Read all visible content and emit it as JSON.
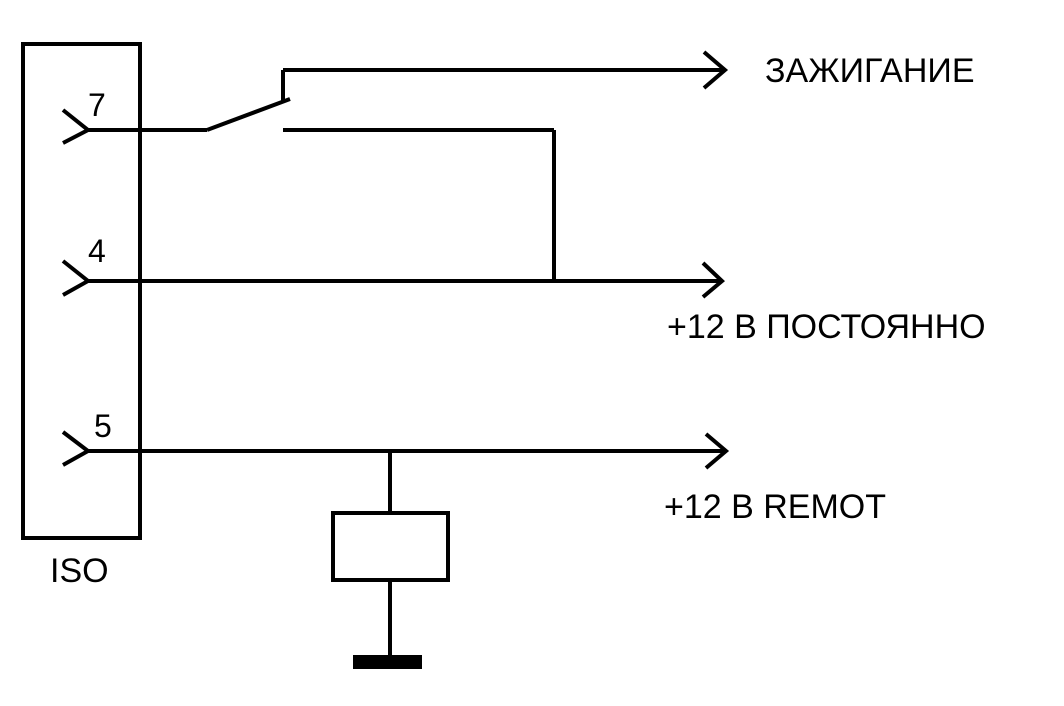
{
  "connector": {
    "label": "ISO",
    "pins": [
      {
        "number": "7"
      },
      {
        "number": "4"
      },
      {
        "number": "5"
      }
    ]
  },
  "outputs": {
    "ignition": "ЗАЖИГАНИЕ",
    "constant": "+12 В ПОСТОЯННО",
    "remote": "+12 В  REMOT"
  },
  "colors": {
    "line": "#000000",
    "background": "#ffffff"
  }
}
